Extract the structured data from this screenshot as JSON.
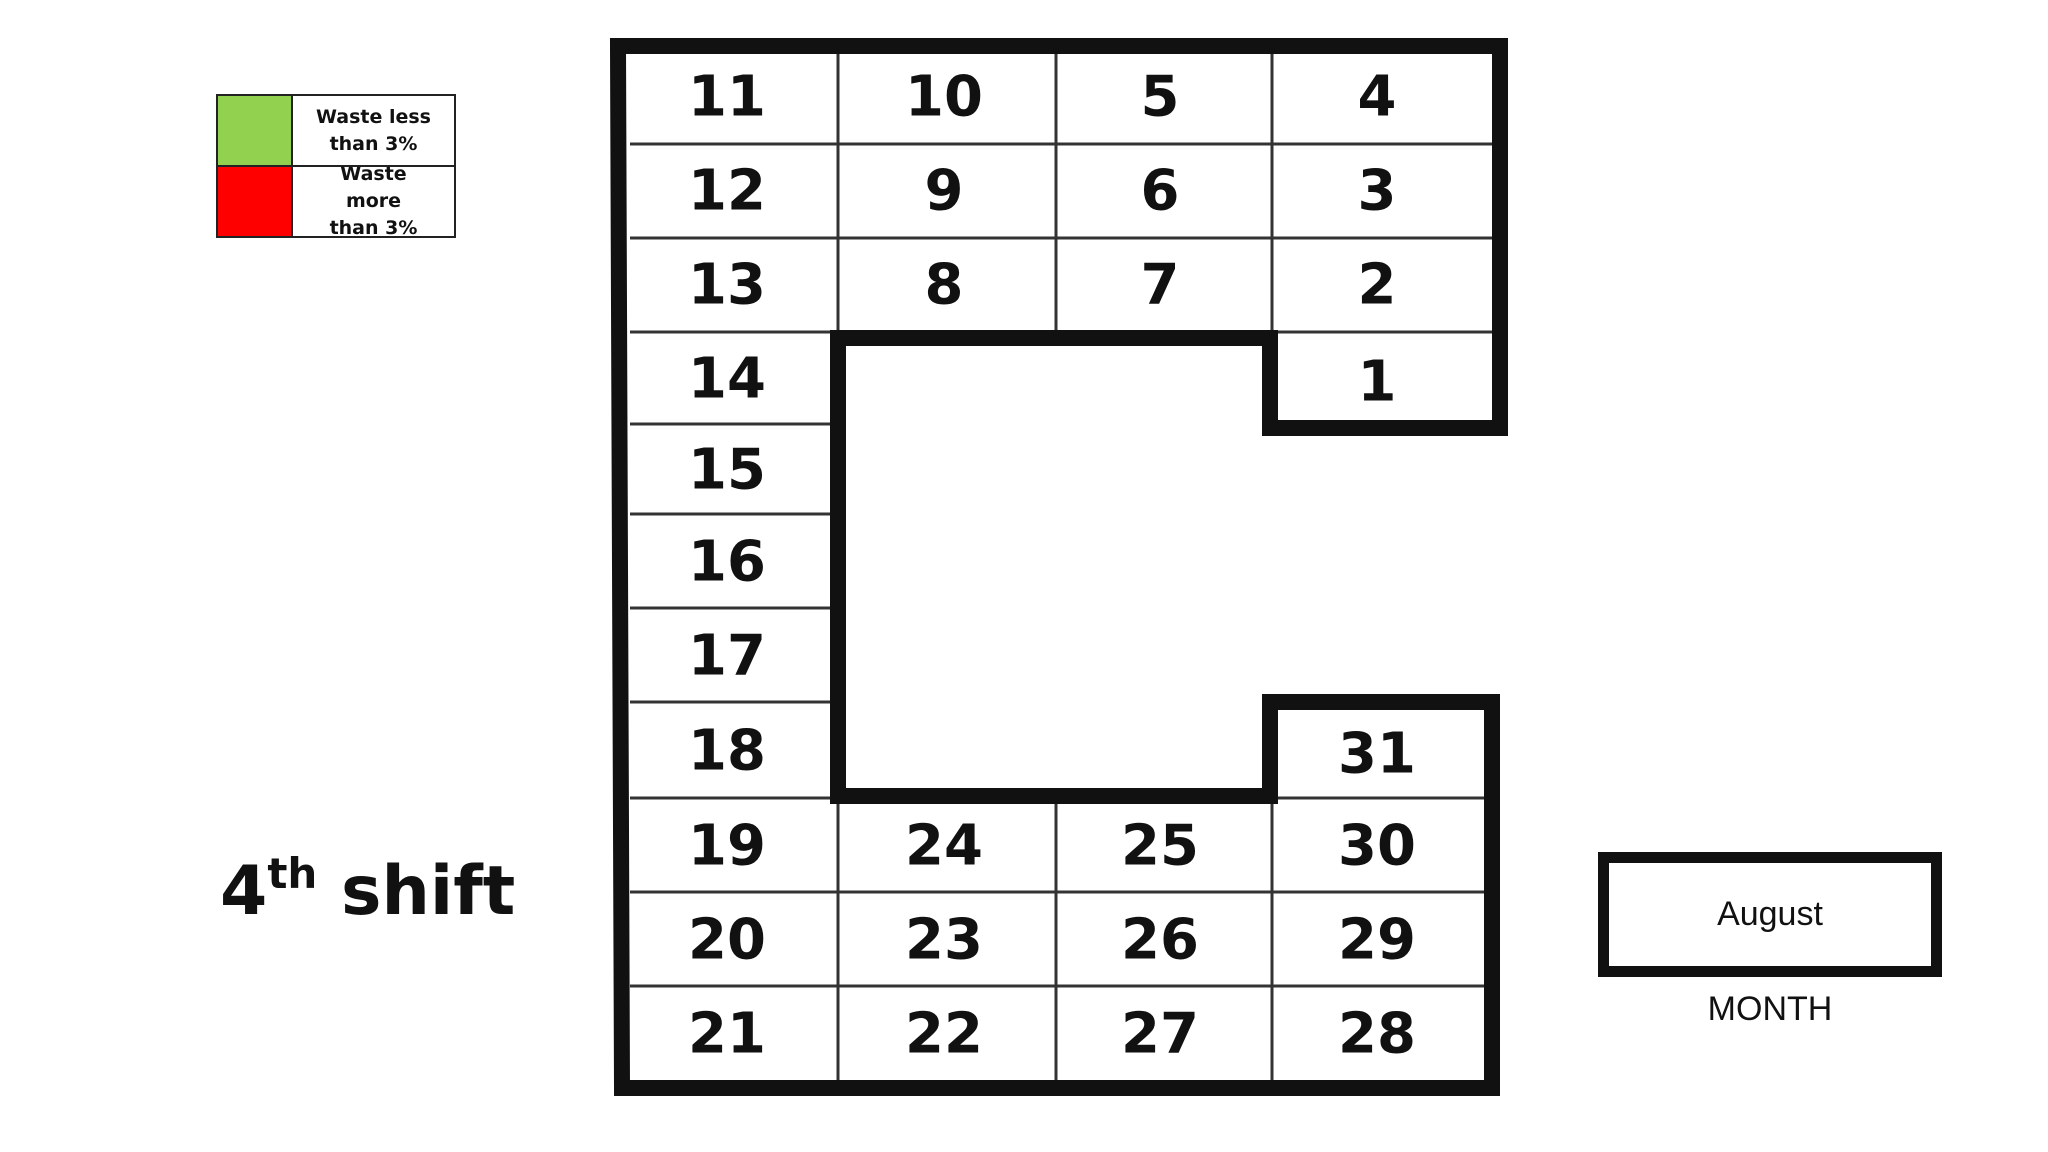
{
  "legend": {
    "items": [
      {
        "color": "#92d050",
        "label": "Waste less\nthan 3%"
      },
      {
        "color": "#ff0000",
        "label": "Waste more\nthan 3%"
      }
    ]
  },
  "shift": {
    "number": "4",
    "suffix": "th",
    "word": "shift"
  },
  "month": {
    "value": "August",
    "caption": "MONTH"
  },
  "days": {
    "d1": "1",
    "d2": "2",
    "d3": "3",
    "d4": "4",
    "d5": "5",
    "d6": "6",
    "d7": "7",
    "d8": "8",
    "d9": "9",
    "d10": "10",
    "d11": "11",
    "d12": "12",
    "d13": "13",
    "d14": "14",
    "d15": "15",
    "d16": "16",
    "d17": "17",
    "d18": "18",
    "d19": "19",
    "d20": "20",
    "d21": "21",
    "d22": "22",
    "d23": "23",
    "d24": "24",
    "d25": "25",
    "d26": "26",
    "d27": "27",
    "d28": "28",
    "d29": "29",
    "d30": "30",
    "d31": "31"
  }
}
